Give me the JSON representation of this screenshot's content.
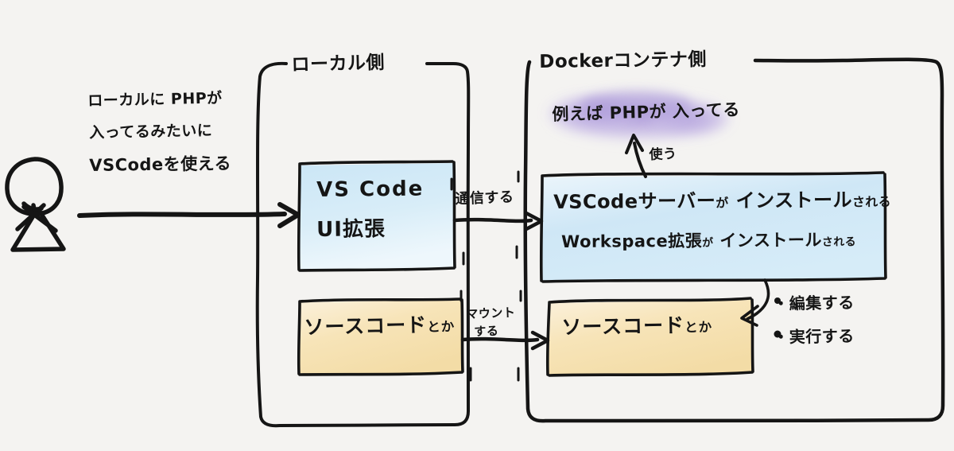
{
  "diagram": {
    "title_local": "ローカル側",
    "title_docker": "Dockerコンテナ側",
    "note": {
      "line1": "ローカルに PHPが",
      "line2": "入ってるみたいに",
      "line3": "VSCodeを使える"
    },
    "cloud": {
      "text": "例えば PHPが 入ってる",
      "color": "#b5a4dd"
    },
    "arrow_use_label": "使う",
    "boxes": {
      "vscode_ui": {
        "line1": "VS Code",
        "line2": "UI拡張",
        "color": "#cfe6f5"
      },
      "source_local": {
        "line1": "ソースコード",
        "suffix": "とか",
        "color": "#f6e2b4"
      },
      "vscode_server": {
        "line1": "VSCodeサーバー",
        "line1_particle": "が",
        "line1_verb": "インストール",
        "line1_suffix": "される",
        "line2": "Workspace拡張",
        "line2_particle": "が",
        "line2_verb": "インストール",
        "line2_suffix": "される",
        "color": "#cfe6f5"
      },
      "source_docker": {
        "line1": "ソースコード",
        "suffix": "とか",
        "color": "#f6e2b4"
      }
    },
    "edge_labels": {
      "communicate": "通信する",
      "mount_line1": "マウント",
      "mount_line2": "する"
    },
    "bullets": [
      "・編集する",
      "・実行する"
    ],
    "actor": "person-stick-figure",
    "background_color": "#f4f3f1",
    "ink_color": "#151515"
  }
}
